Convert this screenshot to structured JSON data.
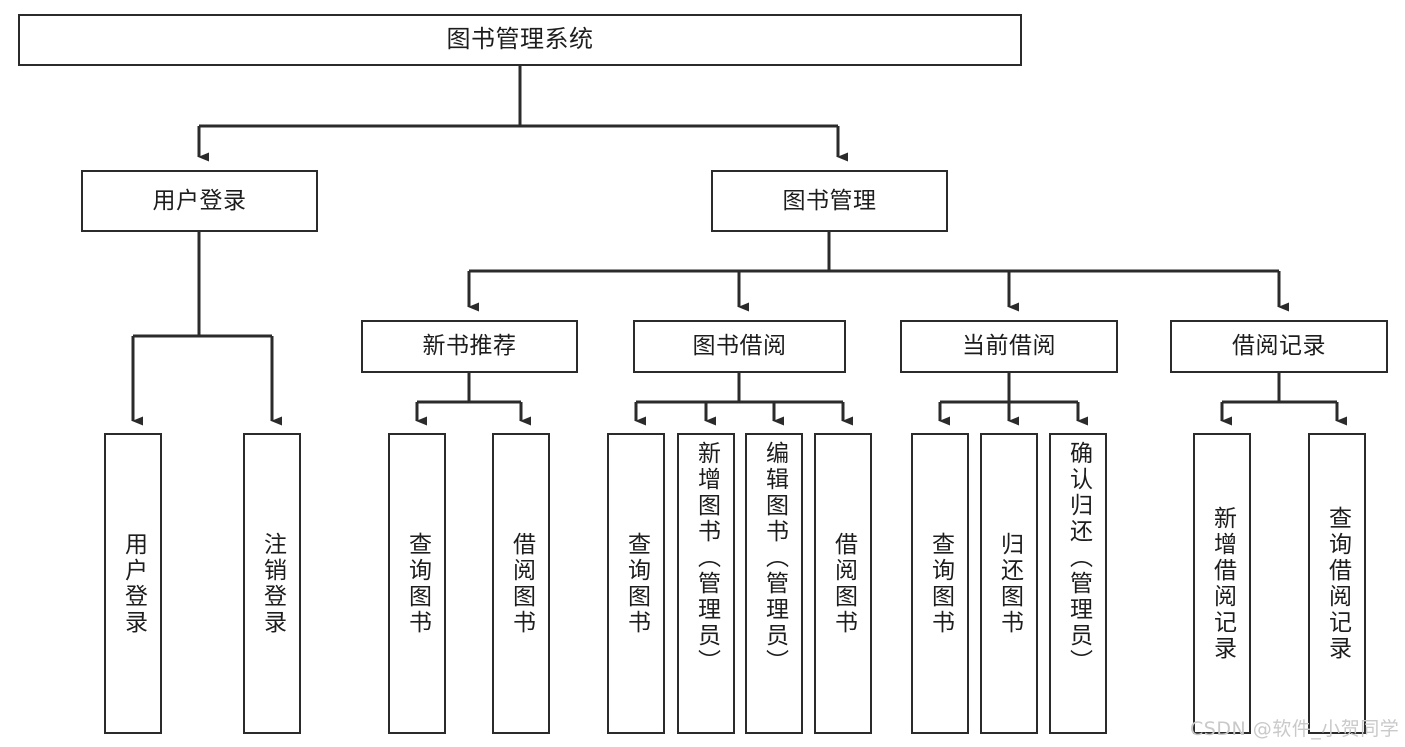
{
  "diagram": {
    "type": "tree-hierarchy",
    "title": "图书管理系统",
    "background_color": "#ffffff",
    "border_color": "#2b2b2b",
    "text_color": "#1d1d1d",
    "watermark": "CSDN @软件_小贺同学",
    "watermark_color": "#c9c9c9",
    "levels": [
      {
        "level": 1,
        "nodes": [
          {
            "id": "root",
            "label": "图书管理系统"
          }
        ]
      },
      {
        "level": 2,
        "nodes": [
          {
            "id": "user-login",
            "label": "用户登录",
            "parent": "root"
          },
          {
            "id": "book-mgmt",
            "label": "图书管理",
            "parent": "root"
          }
        ]
      },
      {
        "level": 3,
        "nodes": [
          {
            "id": "new-book-rec",
            "label": "新书推荐",
            "parent": "book-mgmt"
          },
          {
            "id": "book-borrow",
            "label": "图书借阅",
            "parent": "book-mgmt"
          },
          {
            "id": "current-borrow",
            "label": "当前借阅",
            "parent": "book-mgmt"
          },
          {
            "id": "borrow-record",
            "label": "借阅记录",
            "parent": "book-mgmt"
          }
        ]
      },
      {
        "level": 4,
        "nodes": [
          {
            "id": "leaf-user-login",
            "label": "用户登录",
            "parent": "user-login"
          },
          {
            "id": "leaf-logout-login",
            "label": "注销登录",
            "parent": "user-login"
          },
          {
            "id": "leaf-query-book-1",
            "label": "查询图书",
            "parent": "new-book-rec"
          },
          {
            "id": "leaf-borrow-book-1",
            "label": "借阅图书",
            "parent": "new-book-rec"
          },
          {
            "id": "leaf-query-book-2",
            "label": "查询图书",
            "parent": "book-borrow"
          },
          {
            "id": "leaf-add-book",
            "label": "新增图书（管理员）",
            "parent": "book-borrow"
          },
          {
            "id": "leaf-edit-book",
            "label": "编辑图书（管理员）",
            "parent": "book-borrow"
          },
          {
            "id": "leaf-borrow-book-2",
            "label": "借阅图书",
            "parent": "book-borrow"
          },
          {
            "id": "leaf-query-book-3",
            "label": "查询图书",
            "parent": "current-borrow"
          },
          {
            "id": "leaf-return-book",
            "label": "归还图书",
            "parent": "current-borrow"
          },
          {
            "id": "leaf-confirm-return",
            "label": "确认归还（管理员）",
            "parent": "current-borrow"
          },
          {
            "id": "leaf-add-record",
            "label": "新增借阅记录",
            "parent": "borrow-record"
          },
          {
            "id": "leaf-query-record",
            "label": "查询借阅记录",
            "parent": "borrow-record"
          }
        ]
      }
    ]
  }
}
